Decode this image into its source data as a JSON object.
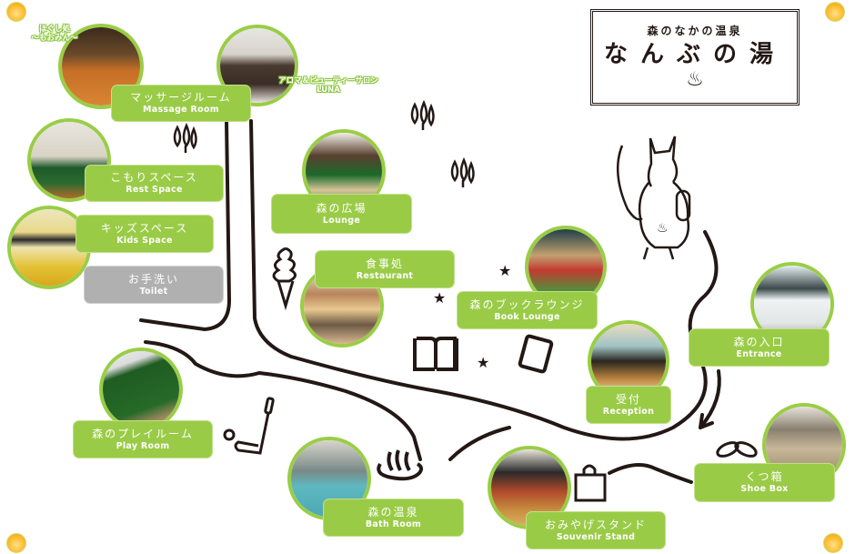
{
  "sign": {
    "subtitle": "森のなかの温泉",
    "title": "なんぶの湯",
    "symbol": "♨"
  },
  "notes": {
    "momin_line1": "ほぐし処",
    "momin_line2": "〜もおみん〜",
    "luna_line1": "アロマ＆ビューティーサロン",
    "luna_line2": "LUNA"
  },
  "rooms": {
    "massage": {
      "jp": "マッサージルーム",
      "en": "Massage Room"
    },
    "rest": {
      "jp": "こもりスペース",
      "en": "Rest Space"
    },
    "kids": {
      "jp": "キッズスペース",
      "en": "Kids Space"
    },
    "toilet": {
      "jp": "お手洗い",
      "en": "Toilet"
    },
    "lounge": {
      "jp": "森の広場",
      "en": "Lounge"
    },
    "restaurant": {
      "jp": "食事処",
      "en": "Restaurant"
    },
    "book": {
      "jp": "森のブックラウンジ",
      "en": "Book Lounge"
    },
    "entrance": {
      "jp": "森の入口",
      "en": "Entrance"
    },
    "reception": {
      "jp": "受付",
      "en": "Reception"
    },
    "play": {
      "jp": "森のプレイルーム",
      "en": "Play Room"
    },
    "bath": {
      "jp": "森の温泉",
      "en": "Bath Room"
    },
    "souvenir": {
      "jp": "おみやげスタンド",
      "en": "Souvenir Stand"
    },
    "shoe": {
      "jp": "くつ箱",
      "en": "Shoe Box"
    }
  },
  "colors": {
    "label_green": "#9acb47",
    "label_gray": "#b0b0b0",
    "ink": "#231815",
    "sun": "#fdb927"
  }
}
